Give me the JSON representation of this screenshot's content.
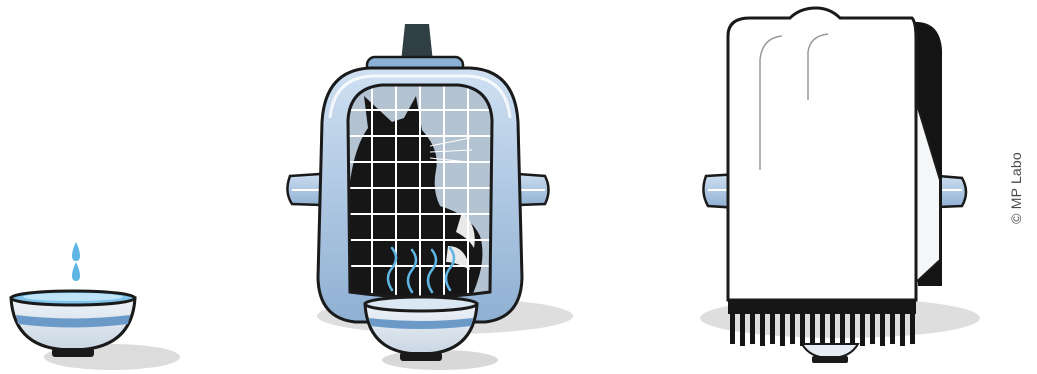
{
  "credit": "© MP Labo",
  "panels": [
    {
      "name": "water-bowl"
    },
    {
      "name": "cat-carrier-with-warm-bowl"
    },
    {
      "name": "covered-carrier"
    }
  ]
}
